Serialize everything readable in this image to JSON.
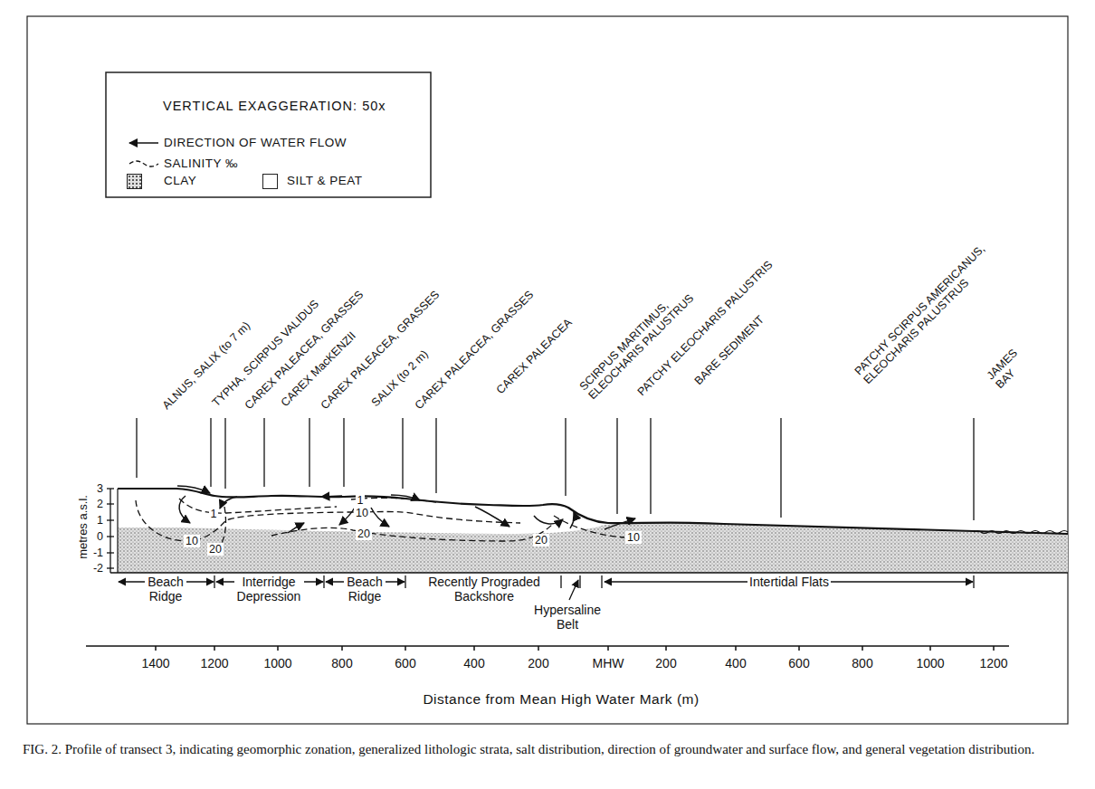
{
  "diagram": {
    "caption": "FIG. 2. Profile of transect 3, indicating geomorphic zonation, generalized lithologic strata, salt distribution, direction of groundwater and surface flow, and general vegetation distribution.",
    "labels": [
      "VERTICAL EXAGGERATION: 50x",
      "ALNUS, SALIX (to 7 m)",
      "TYPHA, SCIRPUS VALIDUS",
      "CAREX PALEACEA, GRASSES",
      "CAREX MacKENZII",
      "CAREX PALEACEA, GRASSES",
      "SALIX (to 2 m)",
      "CAREX PALEACEA, GRASSES",
      "CAREX PALEACEA",
      "SCIRPUS MARITIMUS, ELEOCHARIS PALUSTRUS",
      "PATCHY ELEOCHARIS PALUSTRIS",
      "BARE SEDIMENT",
      "PATCHY SCIRPUS AMERICANUS, ELEOCHARIS PALUSTRUS",
      "JAMES BAY",
      "metres a.s.l.",
      "3",
      "2",
      "1",
      "0",
      "-1",
      "-2",
      "1",
      "10",
      "20",
      "1",
      "10",
      "20",
      "20",
      "10",
      "Beach Ridge",
      "Interridge Depression",
      "Beach Ridge",
      "Recently Prograded Backshore",
      "Hypersaline Belt",
      "Intertidal Flats",
      "1400",
      "1200",
      "1000",
      "800",
      "600",
      "400",
      "200",
      "MHW",
      "200",
      "400",
      "600",
      "800",
      "1000",
      "1200",
      "Distance from Mean High Water Mark (m)"
    ],
    "legend": [
      {
        "text": "DIRECTION OF WATER FLOW"
      },
      {
        "text": "SALINITY ‰"
      },
      {
        "text": "CLAY",
        "color": "#e0e0e0"
      },
      {
        "text": "SILT & PEAT",
        "color": "#ffffff"
      }
    ]
  }
}
